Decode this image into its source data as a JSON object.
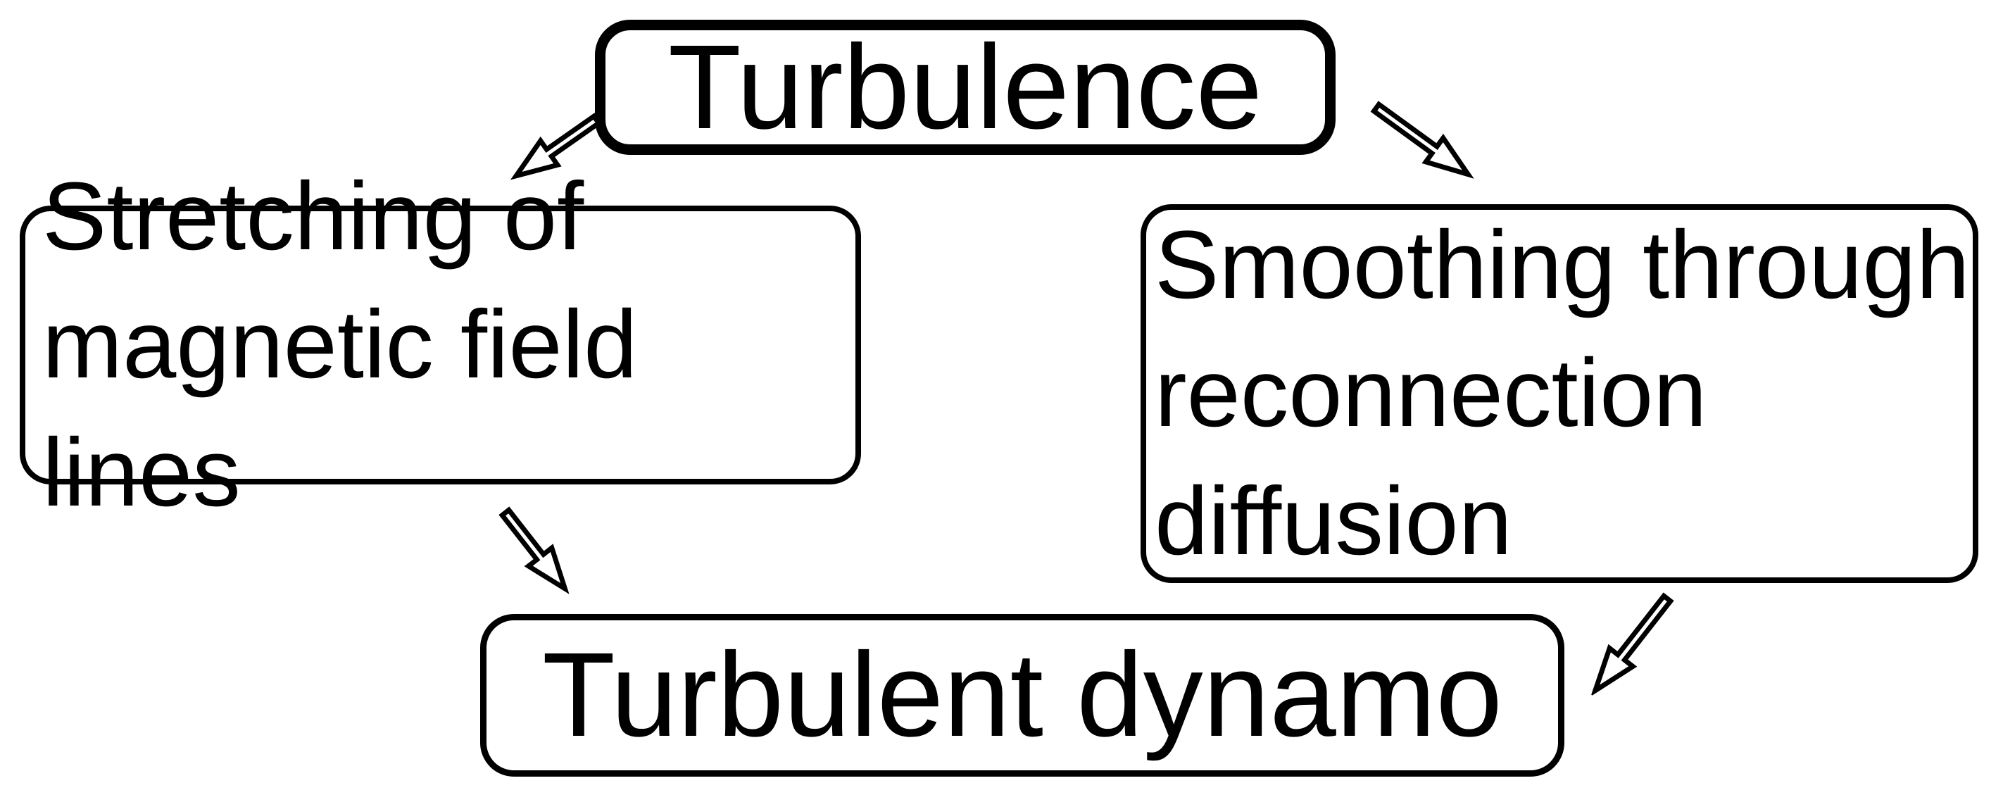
{
  "diagram": {
    "colors": {
      "background": "#ffffff",
      "line": "#000000",
      "text": "#000000"
    },
    "nodes": {
      "turbulence": {
        "label": "Turbulence"
      },
      "stretching": {
        "label": "Stretching of\nmagnetic field lines"
      },
      "smoothing": {
        "label": "Smoothing through\nreconnection\ndiffusion"
      },
      "dynamo": {
        "label": "Turbulent dynamo"
      }
    },
    "edges": [
      {
        "from": "Turbulence",
        "to": "Stretching of magnetic field lines",
        "icon": "arrow-down-left-icon"
      },
      {
        "from": "Turbulence",
        "to": "Smoothing through reconnection diffusion",
        "icon": "arrow-down-right-icon"
      },
      {
        "from": "Stretching of magnetic field lines",
        "to": "Turbulent dynamo",
        "icon": "arrow-down-right-icon"
      },
      {
        "from": "Smoothing through reconnection diffusion",
        "to": "Turbulent dynamo",
        "icon": "arrow-down-left-icon"
      }
    ]
  }
}
